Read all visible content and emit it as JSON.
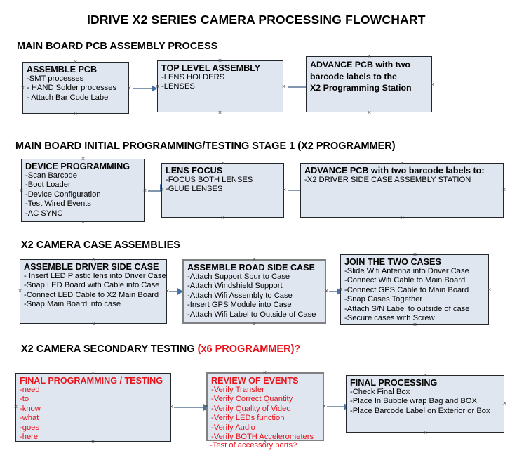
{
  "document": {
    "title": "IDRIVE X2  SERIES CAMERA PROCESSING FLOWCHART"
  },
  "colors": {
    "box_fill": "#dfe6f0",
    "box_border": "#23272b",
    "grey_border": "#808080",
    "arrow_line": "#8296b0",
    "arrow_head": "#4472a8",
    "red_text": "#e8131b",
    "black_text": "#000000",
    "background": "#ffffff"
  },
  "sections": [
    {
      "heading": "MAIN BOARD PCB ASSEMBLY PROCESS",
      "heading_red": "",
      "boxes": [
        {
          "title": "ASSEMBLE PCB",
          "lines": [
            "-SMT processes",
            "- HAND Solder processes",
            "- Attach Bar Code Label"
          ]
        },
        {
          "title": "TOP LEVEL ASSEMBLY",
          "lines": [
            "-LENS HOLDERS",
            "-LENSES"
          ]
        },
        {
          "title": "ADVANCE PCB with two",
          "lines": [
            "barcode labels to the",
            " X2 Programming Station"
          ]
        }
      ]
    },
    {
      "heading": "MAIN BOARD INITIAL PROGRAMMING/TESTING STAGE 1 (X2 PROGRAMMER)",
      "heading_red": "",
      "boxes": [
        {
          "title": "DEVICE PROGRAMMING",
          "lines": [
            "-Scan Barcode",
            "-Boot Loader",
            "-Device Configuration",
            "-Test Wired Events",
            "-AC SYNC"
          ]
        },
        {
          "title": "LENS FOCUS",
          "lines": [
            "-FOCUS BOTH LENSES",
            "-GLUE LENSES"
          ]
        },
        {
          "title": "ADVANCE PCB with two barcode labels to:",
          "lines": [
            "-X2 DRIVER  SIDE  CASE  ASSEMBLY STATION"
          ]
        }
      ]
    },
    {
      "heading": "X2 CAMERA CASE ASSEMBLIES",
      "heading_red": "",
      "boxes": [
        {
          "title": "ASSEMBLE DRIVER SIDE CASE",
          "lines": [
            "- Insert LED Plastic lens into Driver Case",
            "-Snap LED Board with Cable into Case",
            "-Connect LED Cable to X2 Main Board",
            "-Snap Main Board into case"
          ]
        },
        {
          "title": "ASSEMBLE ROAD SIDE CASE",
          "lines": [
            "-Attach Support Spur to Case",
            "-Attach Windshield Support",
            "-Attach Wifi Assembly to Case",
            "-Insert GPS Module into Case",
            "-Attach Wifi Label to Outside of Case"
          ]
        },
        {
          "title": "JOIN THE TWO CASES",
          "lines": [
            "-Slide Wifi Antenna into Driver Case",
            "-Connect Wifi Cable to Main Board",
            "-Connect GPS Cable to Main Board",
            "-Snap Cases Together",
            "-Attach S/N Label to outside of case",
            "-Secure cases with Screw"
          ]
        }
      ]
    },
    {
      "heading": "X2 CAMERA SECONDARY TESTING ",
      "heading_red": "(x6 PROGRAMMER)?",
      "boxes": [
        {
          "title": "FINAL PROGRAMMING / TESTING",
          "lines": [
            "-need",
            "-to",
            "-know",
            "-what",
            "-goes",
            "-here"
          ]
        },
        {
          "title": "REVIEW OF EVENTS",
          "lines": [
            "-Verify Transfer",
            "-Verify Correct Quantity",
            "-Verify Quality of Video",
            "-Verify LEDs function",
            "-Verify Audio",
            "-Verify BOTH Accelerometers"
          ],
          "overflow_line": "-Test of accessory ports?"
        },
        {
          "title": "FINAL PROCESSING",
          "lines": [
            " -Check Final Box",
            "-Place In Bubble wrap Bag and BOX",
            "-Place Barcode Label on Exterior or Box"
          ]
        }
      ]
    }
  ]
}
